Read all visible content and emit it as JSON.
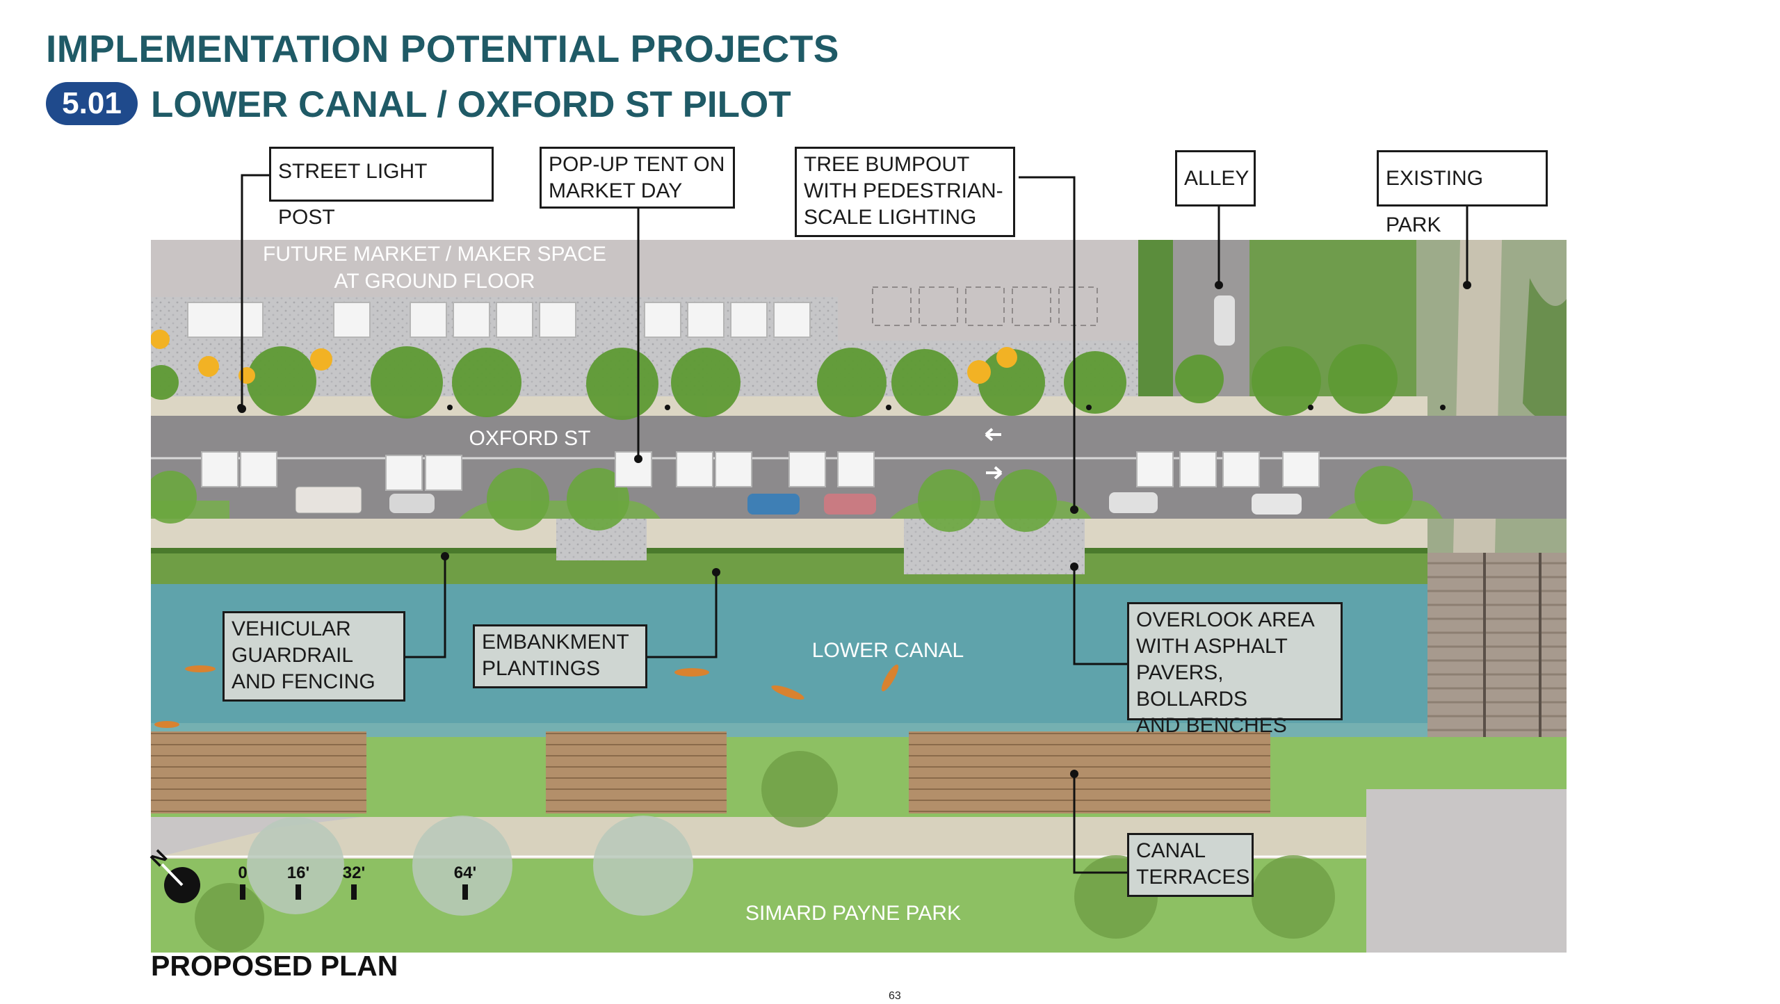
{
  "header": {
    "title": "IMPLEMENTATION POTENTIAL PROJECTS",
    "badge": "5.01",
    "subtitle": "LOWER CANAL / OXFORD ST PILOT"
  },
  "plan_labels": {
    "future_market_line1": "FUTURE MARKET / MAKER SPACE",
    "future_market_line2": "AT GROUND FLOOR",
    "oxford_st": "OXFORD ST",
    "lower_canal": "LOWER CANAL",
    "park": "SIMARD PAYNE PARK"
  },
  "scale_bar": {
    "north": "N",
    "ticks": [
      "0",
      "16'",
      "32'",
      "64'"
    ]
  },
  "callouts": {
    "street_light_post": "STREET LIGHT POST",
    "popup_tent": "POP-UP TENT ON\nMARKET DAY",
    "tree_bumpout": "TREE BUMPOUT\nWITH PEDESTRIAN-\nSCALE LIGHTING",
    "alley": "ALLEY",
    "existing_park": "EXISTING PARK",
    "guardrail": "VEHICULAR\nGUARDRAIL\nAND FENCING",
    "embankment": "EMBANKMENT\nPLANTINGS",
    "overlook": "OVERLOOK AREA\nWITH ASPHALT\nPAVERS, BOLLARDS\nAND BENCHES",
    "canal_terraces": "CANAL\nTERRACES"
  },
  "caption": "PROPOSED PLAN",
  "page_number": "63",
  "colors": {
    "heading": "#1f5a66",
    "badge": "#1f4a8c",
    "water": "#5fa3ab",
    "road": "#8c8a8c",
    "building": "#c9c4c4",
    "grass": "#8dc063"
  }
}
